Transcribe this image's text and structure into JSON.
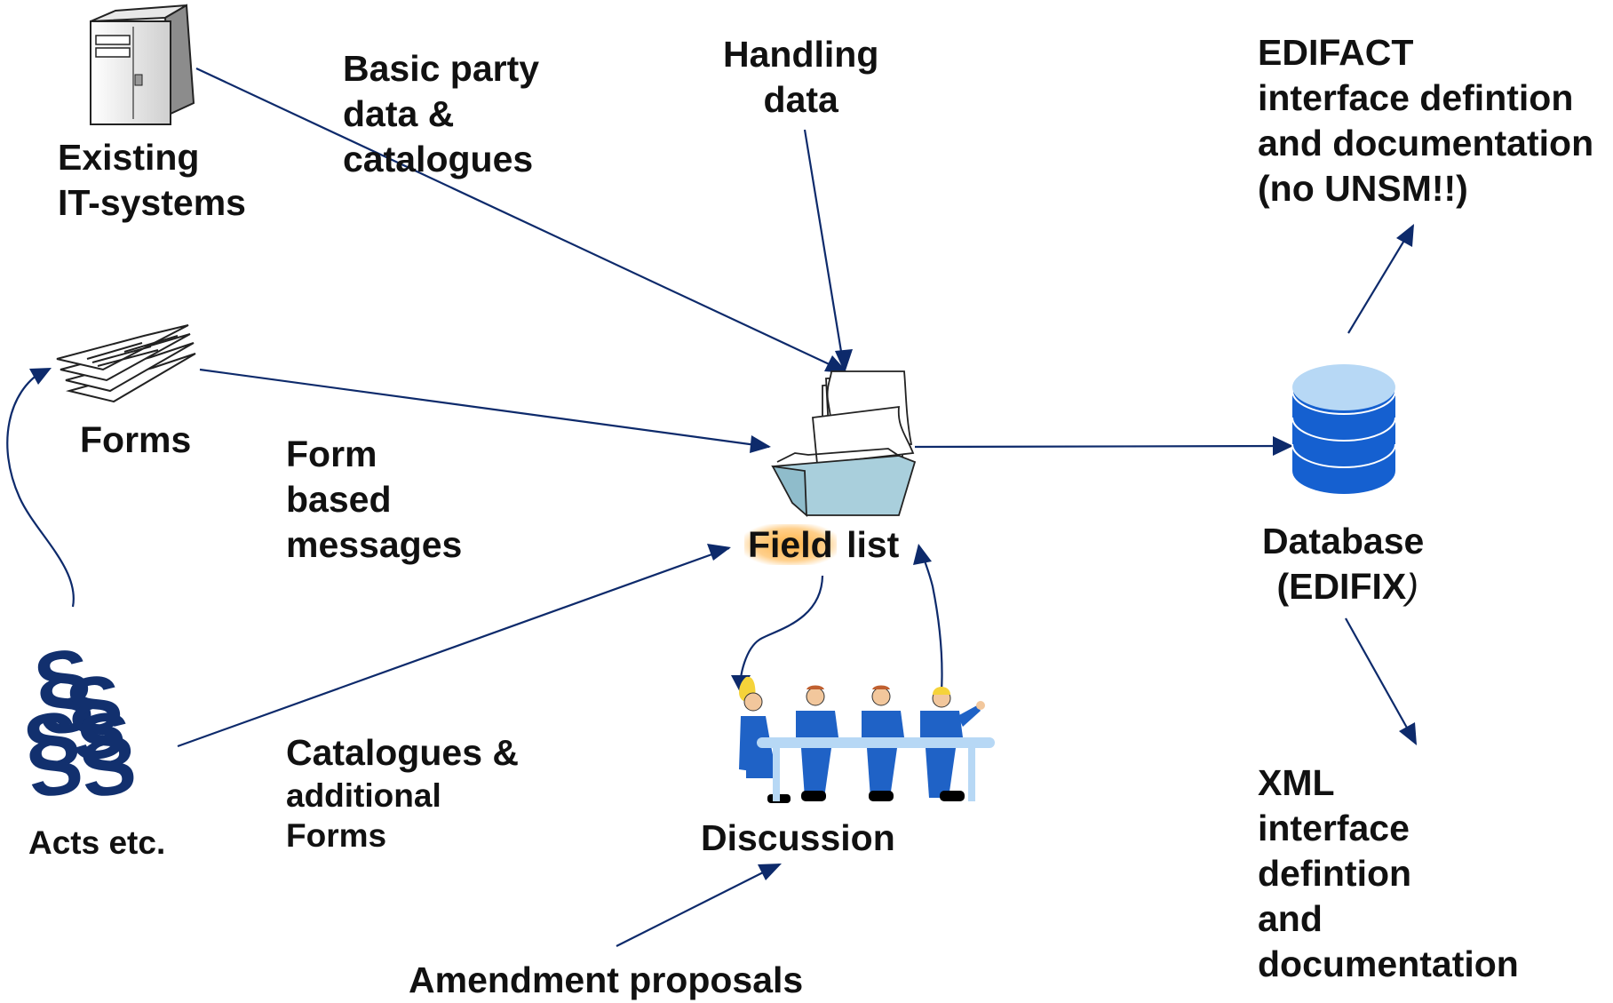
{
  "nodes": {
    "existing_systems": {
      "label_line1": "Existing",
      "label_line2": "IT-systems"
    },
    "forms": {
      "label": "Forms"
    },
    "acts": {
      "label": "Acts etc."
    },
    "field_list": {
      "label_highlight": "Field",
      "label_rest": " list"
    },
    "discussion": {
      "label": "Discussion"
    },
    "database": {
      "label_line1": "Database",
      "label_line2": "(EDIFIX",
      "label_line2_suffix": ")"
    }
  },
  "edges": {
    "basic_party": {
      "line1": "Basic party",
      "line2": "data &",
      "line3": "catalogues"
    },
    "handling": {
      "line1": "Handling",
      "line2": "data"
    },
    "form_based": {
      "line1": "Form",
      "line2": "based",
      "line3": "messages"
    },
    "catalogues_add": {
      "line1": "Catalogues &",
      "line2": "additional",
      "line3": "Forms"
    },
    "amendment": {
      "label": "Amendment proposals"
    },
    "edifact": {
      "line1": "EDIFACT",
      "line2": "interface defintion",
      "line3": "and documentation",
      "line4": "(no UNSM!!)"
    },
    "xml": {
      "line1": "XML",
      "line2": "interface",
      "line3": "defintion",
      "line4": "and",
      "line5": "documentation"
    }
  },
  "colors": {
    "arrow": "#0d2a6b",
    "figure_blue": "#1f62c6",
    "db_dark": "#1560d0",
    "db_top": "#b7d8f5",
    "folder": "#a9cfdc",
    "acts": "#12306e",
    "highlight": "#ffb347"
  },
  "icons": [
    "server-icon",
    "forms-icon",
    "paragraph-icon",
    "folder-icon",
    "database-icon",
    "people-icon"
  ]
}
